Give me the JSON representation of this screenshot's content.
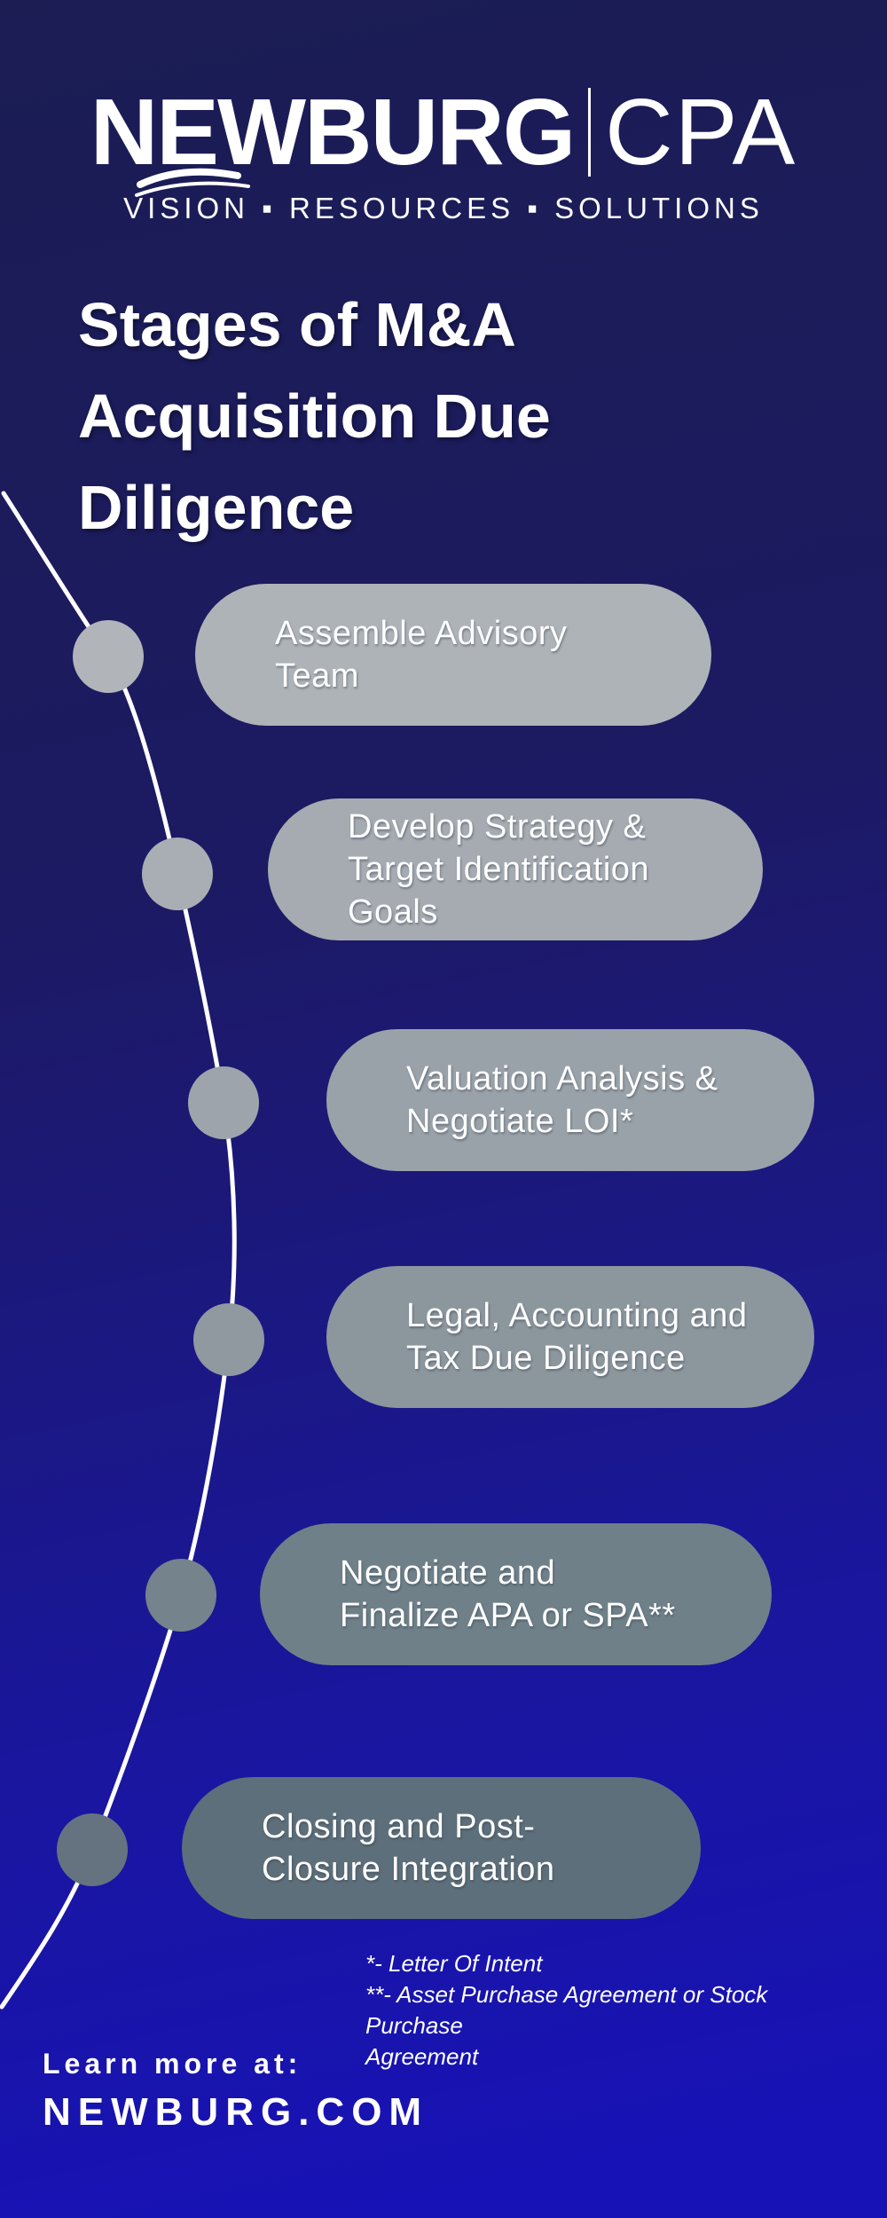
{
  "header": {
    "logo": {
      "name": "NEWBURG",
      "suffix": "CPA",
      "tagline": "VISION ▪ RESOURCES ▪ SOLUTIONS"
    },
    "title": "Stages of M&A Acquisition Due Diligence"
  },
  "stages": [
    {
      "label": "Assemble Advisory\nTeam",
      "pill_color": "#aeb3b7",
      "node_color": "#b1b5b9"
    },
    {
      "label": "Develop Strategy &\nTarget Identification\nGoals",
      "pill_color": "#a5abb1",
      "node_color": "#a9aeb4"
    },
    {
      "label": "Valuation Analysis &\nNegotiate LOI*",
      "pill_color": "#9aa2a9",
      "node_color": "#9da4ab"
    },
    {
      "label": "Legal, Accounting and\nTax Due Diligence",
      "pill_color": "#8c969d",
      "node_color": "#9098a0"
    },
    {
      "label": "Negotiate and\nFinalize APA or SPA**",
      "pill_color": "#6f8089",
      "node_color": "#75838c"
    },
    {
      "label": "Closing and Post-\nClosure Integration",
      "pill_color": "#5d6f7a",
      "node_color": "#657380"
    }
  ],
  "footnotes": [
    "*- Letter Of Intent",
    "**- Asset Purchase Agreement or Stock Purchase\nAgreement"
  ],
  "footer": {
    "learn_more_label": "Learn more at:",
    "website": "NEWBURG.COM"
  },
  "colors": {
    "background_top": "#1b1d53",
    "background_bottom": "#1712b6",
    "text": "#ffffff",
    "timeline_line": "#ffffff"
  }
}
